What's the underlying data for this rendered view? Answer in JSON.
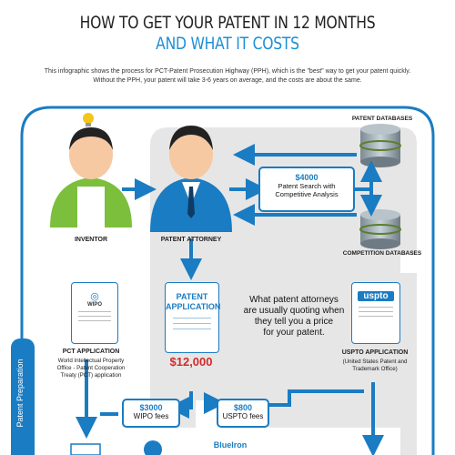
{
  "title": {
    "line1": "HOW TO GET YOUR PATENT IN 12 MONTHS",
    "line2": "AND WHAT IT COSTS"
  },
  "intro": {
    "line1": "This infographic shows the process for PCT-Patent Prosecution Highway (PPH), which is the \"best\" way to get your patent quickly.",
    "line2": "Without the PPH, your patent will take 3-6 years on average, and the costs are about the same."
  },
  "nodes": {
    "inventor": "INVENTOR",
    "patent_attorney": "PATENT ATTORNEY",
    "patent_databases": "PATENT DATABASES",
    "competition_databases": "COMPETITION DATABASES",
    "search": {
      "price": "$4000",
      "line1": "Patent Search with",
      "line2": "Competitive Analysis"
    },
    "patent_application": {
      "line1": "PATENT",
      "line2": "APPLICATION",
      "price": "$12,000"
    },
    "pct": {
      "title": "PCT APPLICATION",
      "doc_label": "WIPO",
      "line1": "World Intellectual Property",
      "line2": "Office - Patent Cooperation",
      "line3": "Treaty (PCT) application"
    },
    "uspto": {
      "title": "USPTO APPLICATION",
      "doc_label": "uspto",
      "line1": "(United States Patent and",
      "line2": "Trademark Office)"
    },
    "quote": {
      "line1": "What patent attorneys",
      "line2": "are usually quoting when",
      "line3": "they tell you a price",
      "line4": "for your patent."
    },
    "wipo_fees": {
      "price": "$3000",
      "label": "WIPO fees"
    },
    "uspto_fees": {
      "price": "$800",
      "label": "USPTO fees"
    },
    "brand": "BlueIron"
  },
  "side_tab": "Patent Preparation",
  "colors": {
    "accent_blue": "#1a7cc2",
    "title_blue": "#1d8fd6",
    "price_red": "#d42a2a",
    "panel_gray": "#e6e6e6"
  }
}
